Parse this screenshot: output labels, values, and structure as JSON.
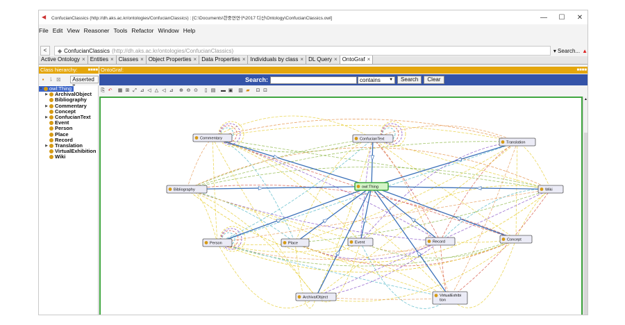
{
  "window": {
    "title": "ConfucianClassics (http://dh.aks.ac.kr/ontologies/ConfucianClassics) : [C:\\Documents\\한중연연구\\2017 디산\\Ontology\\ConfucianClassics.owl]",
    "minimize": "—",
    "maximize": "☐",
    "close": "✕"
  },
  "menu": [
    "File",
    "Edit",
    "View",
    "Reasoner",
    "Tools",
    "Refactor",
    "Window",
    "Help"
  ],
  "address": {
    "back": "<",
    "ontology_name": "ConfucianClassics",
    "ontology_url": "(http://dh.aks.ac.kr/ontologies/ConfucianClassics)",
    "search_label": "▾ Search...",
    "warning_icon": "▲"
  },
  "tabs": [
    {
      "label": "Active Ontology",
      "active": false
    },
    {
      "label": "Entities",
      "active": false
    },
    {
      "label": "Classes",
      "active": false
    },
    {
      "label": "Object Properties",
      "active": false
    },
    {
      "label": "Data Properties",
      "active": false
    },
    {
      "label": "Individuals by class",
      "active": false
    },
    {
      "label": "DL Query",
      "active": false
    },
    {
      "label": "OntoGraf",
      "active": true
    }
  ],
  "tab_close": "×",
  "left_panel": {
    "title": "Class hierarchy:",
    "header_icons": "■■■■",
    "asserted_label": "Asserted ▾",
    "tree": [
      {
        "label": "owl:Thing",
        "level": 0,
        "expander": "▼",
        "root": true
      },
      {
        "label": "ArchivalObject",
        "level": 1,
        "expander": "▶"
      },
      {
        "label": "Bibliography",
        "level": 1,
        "expander": ""
      },
      {
        "label": "Commentary",
        "level": 1,
        "expander": "▶"
      },
      {
        "label": "Concept",
        "level": 1,
        "expander": ""
      },
      {
        "label": "ConfucianText",
        "level": 1,
        "expander": "▶"
      },
      {
        "label": "Event",
        "level": 1,
        "expander": ""
      },
      {
        "label": "Person",
        "level": 1,
        "expander": ""
      },
      {
        "label": "Place",
        "level": 1,
        "expander": ""
      },
      {
        "label": "Record",
        "level": 1,
        "expander": ""
      },
      {
        "label": "Translation",
        "level": 1,
        "expander": "▶"
      },
      {
        "label": "VirtualExhibition",
        "level": 1,
        "expander": ""
      },
      {
        "label": "Wiki",
        "level": 1,
        "expander": ""
      }
    ]
  },
  "right_panel": {
    "title": "OntoGraf:",
    "header_icons": "■■■■"
  },
  "search": {
    "label": "Search:",
    "value": "",
    "mode": "contains",
    "search_button": "Search",
    "clear_button": "Clear"
  },
  "graph": {
    "nodes": [
      {
        "id": "owl-thing",
        "label": "owl:Thing"
      },
      {
        "id": "commentary",
        "label": "Commentary"
      },
      {
        "id": "confuciantext",
        "label": "ConfucianText"
      },
      {
        "id": "translation",
        "label": "Translation"
      },
      {
        "id": "bibliography",
        "label": "Bibliography"
      },
      {
        "id": "wiki",
        "label": "Wiki"
      },
      {
        "id": "person",
        "label": "Person"
      },
      {
        "id": "place",
        "label": "Place"
      },
      {
        "id": "event",
        "label": "Event"
      },
      {
        "id": "record",
        "label": "Record"
      },
      {
        "id": "concept",
        "label": "Concept"
      },
      {
        "id": "archivalobject",
        "label": "ArchivalObject"
      },
      {
        "id": "virtualexhibition",
        "label": "VirtualExhibition"
      }
    ],
    "colors": {
      "subclass_edge": "#3a70b8",
      "node_fill": "#ebebf6",
      "root_fill": "#d3f4c7",
      "root_border": "#3fa63f",
      "node_dot": "#d59a15",
      "relation_yellow": "#e8cf3a",
      "relation_orange": "#e8a060",
      "relation_green": "#8fb84a",
      "relation_teal": "#55b9c9",
      "relation_purple": "#8a55c9",
      "relation_red": "#d75a4a"
    }
  }
}
